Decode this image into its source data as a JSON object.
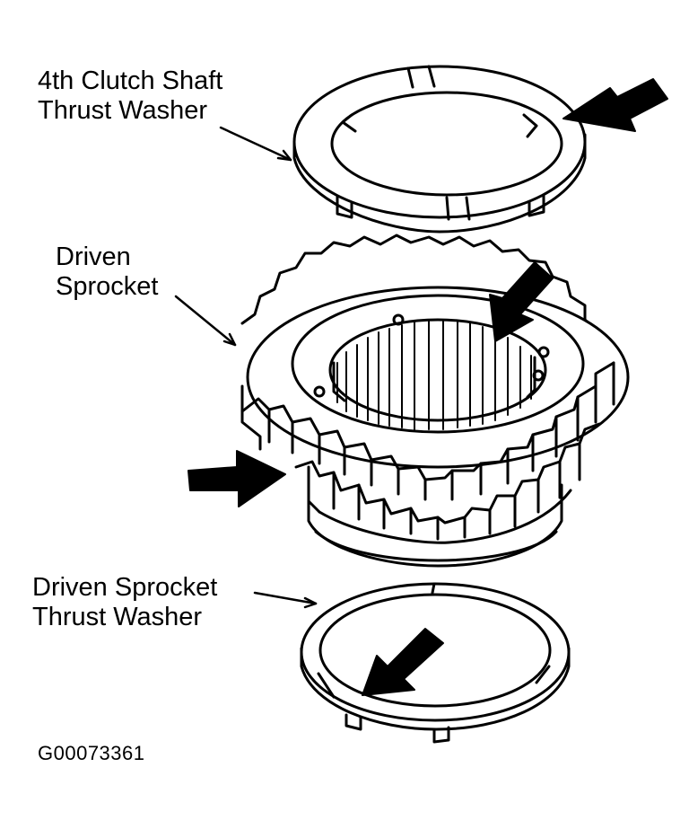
{
  "labels": {
    "clutch_washer_line1": "4th Clutch Shaft",
    "clutch_washer_line2": "Thrust Washer",
    "sprocket_line1": "Driven",
    "sprocket_line2": "Sprocket",
    "sprocket_washer_line1": "Driven Sprocket",
    "sprocket_washer_line2": "Thrust Washer"
  },
  "figure_code": "G00073361",
  "colors": {
    "ink": "#000000",
    "paper": "#ffffff"
  }
}
